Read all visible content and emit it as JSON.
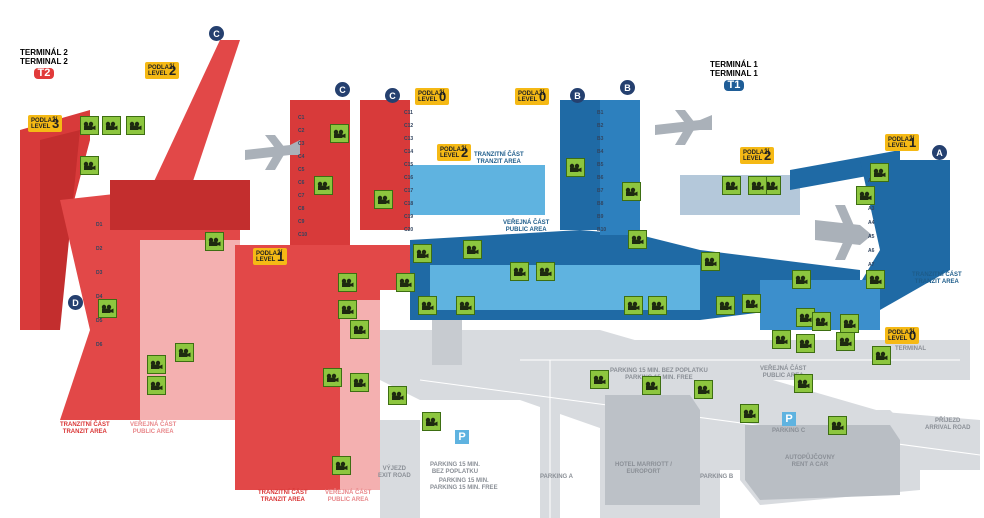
{
  "terminals": {
    "t2": {
      "line1": "TERMINÁL 2",
      "line2": "TERMINAL 2",
      "badge": "T2",
      "color": "#e13a3a"
    },
    "t1": {
      "line1": "TERMINÁL 1",
      "line2": "TERMINAL 1",
      "badge": "T1",
      "color": "#1f5d97"
    }
  },
  "level_badge": {
    "line1": "PODLAŽÍ",
    "line2": "LEVEL"
  },
  "levels": [
    "3",
    "2",
    "0",
    "0",
    "2",
    "1",
    "2",
    "1",
    "0"
  ],
  "piers": [
    "C",
    "C",
    "C",
    "B",
    "B",
    "A",
    "D"
  ],
  "areas": [
    {
      "line1": "TRANZITNÍ ČÁST",
      "line2": "TRANZIT AREA"
    },
    {
      "line1": "VEŘEJNÁ ČÁST",
      "line2": "PUBLIC AREA"
    },
    {
      "line1": "TRANZITNÍ ČÁST",
      "line2": "TRANZIT AREA"
    },
    {
      "line1": "VEŘEJNÁ ČÁST",
      "line2": "PUBLIC AREA"
    },
    {
      "line1": "TRANZITNÍ ČÁST",
      "line2": "TRANZIT AREA"
    },
    {
      "line1": "VEŘEJNÁ ČÁST",
      "line2": "PUBLIC AREA"
    },
    {
      "line1": "TRANZITNÍ ČÁST",
      "line2": "TRANZIT AREA"
    },
    {
      "line1": "VEŘEJNÁ ČÁST",
      "line2": "PUBLIC AREA"
    },
    {
      "line1": "TERMINAL",
      "line2": ""
    }
  ],
  "ground": [
    {
      "line1": "PARKING 15 MIN. BEZ POPLATKU",
      "line2": "PARKING 15 MIN. FREE"
    },
    {
      "line1": "PARKING 15 MIN.",
      "line2": "BEZ POPLATKU"
    },
    {
      "line1": "PARKING 15 MIN.",
      "line2": "PARKING 15 MIN. FREE"
    },
    {
      "line1": "HOTEL MARRIOTT /",
      "line2": "EUROPORT"
    },
    {
      "line1": "PARKING C",
      "line2": ""
    },
    {
      "line1": "AUTOPŮJČOVNY",
      "line2": "RENT A CAR"
    },
    {
      "line1": "PŘÍJEZD",
      "line2": "ARRIVAL ROAD"
    },
    {
      "line1": "VÝJEZD",
      "line2": "EXIT ROAD"
    },
    {
      "line1": "PARKING A",
      "line2": ""
    },
    {
      "line1": "PARKING B",
      "line2": ""
    }
  ],
  "parking_sign": "P",
  "gate_labels": [
    "C1",
    "C2",
    "C3",
    "C4",
    "C5",
    "C6",
    "C7",
    "C8",
    "C9",
    "C10",
    "C11",
    "C12",
    "C13",
    "C14",
    "C15",
    "C16",
    "C17",
    "C18",
    "C19",
    "C20",
    "B1",
    "B2",
    "B3",
    "B4",
    "B5",
    "B6",
    "B7",
    "B8",
    "B9",
    "B10",
    "A1",
    "A2",
    "A3",
    "A4",
    "A5",
    "A6",
    "A7",
    "A8",
    "D1",
    "D2",
    "D3",
    "D4",
    "D5",
    "D6"
  ],
  "colors": {
    "t2": "#e13a3a",
    "t2_light": "#f2a4a4",
    "t1": "#1f6aa5",
    "t1_light": "#5fb3e0",
    "camera": "#8dc63f",
    "level": "#f5b915",
    "pier": "#25406f",
    "road": "#cfd3d8"
  },
  "icons": {
    "camera": "camera-icon",
    "plane": "airplane-icon",
    "info": "info-icon"
  }
}
